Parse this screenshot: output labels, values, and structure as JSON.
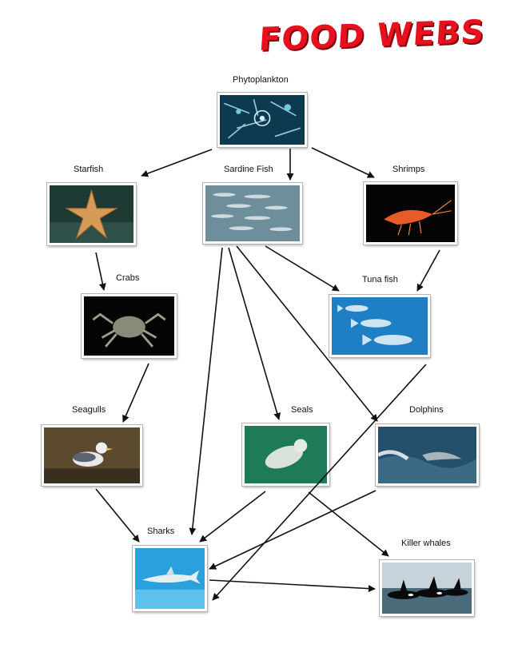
{
  "title": "FOOD WEBS",
  "organisms": {
    "phytoplankton": "Phytoplankton",
    "starfish": "Starfish",
    "sardine": "Sardine Fish",
    "shrimps": "Shrimps",
    "crabs": "Crabs",
    "tuna": "Tuna fish",
    "seagulls": "Seagulls",
    "seals": "Seals",
    "dolphins": "Dolphins",
    "sharks": "Sharks",
    "killer_whales": "Killer whales"
  },
  "links": [
    {
      "from": "Phytoplankton",
      "to": "Starfish"
    },
    {
      "from": "Phytoplankton",
      "to": "Sardine Fish"
    },
    {
      "from": "Phytoplankton",
      "to": "Shrimps"
    },
    {
      "from": "Starfish",
      "to": "Crabs"
    },
    {
      "from": "Shrimps",
      "to": "Tuna fish"
    },
    {
      "from": "Sardine Fish",
      "to": "Tuna fish"
    },
    {
      "from": "Sardine Fish",
      "to": "Dolphins"
    },
    {
      "from": "Sardine Fish",
      "to": "Seals"
    },
    {
      "from": "Sardine Fish",
      "to": "Sharks"
    },
    {
      "from": "Crabs",
      "to": "Seagulls"
    },
    {
      "from": "Seagulls",
      "to": "Sharks"
    },
    {
      "from": "Seals",
      "to": "Sharks"
    },
    {
      "from": "Seals",
      "to": "Killer whales"
    },
    {
      "from": "Dolphins",
      "to": "Sharks"
    },
    {
      "from": "Tuna fish",
      "to": "Sharks"
    },
    {
      "from": "Sharks",
      "to": "Killer whales"
    }
  ],
  "colors": {
    "title": "#e8101c",
    "arrow": "#111111"
  }
}
